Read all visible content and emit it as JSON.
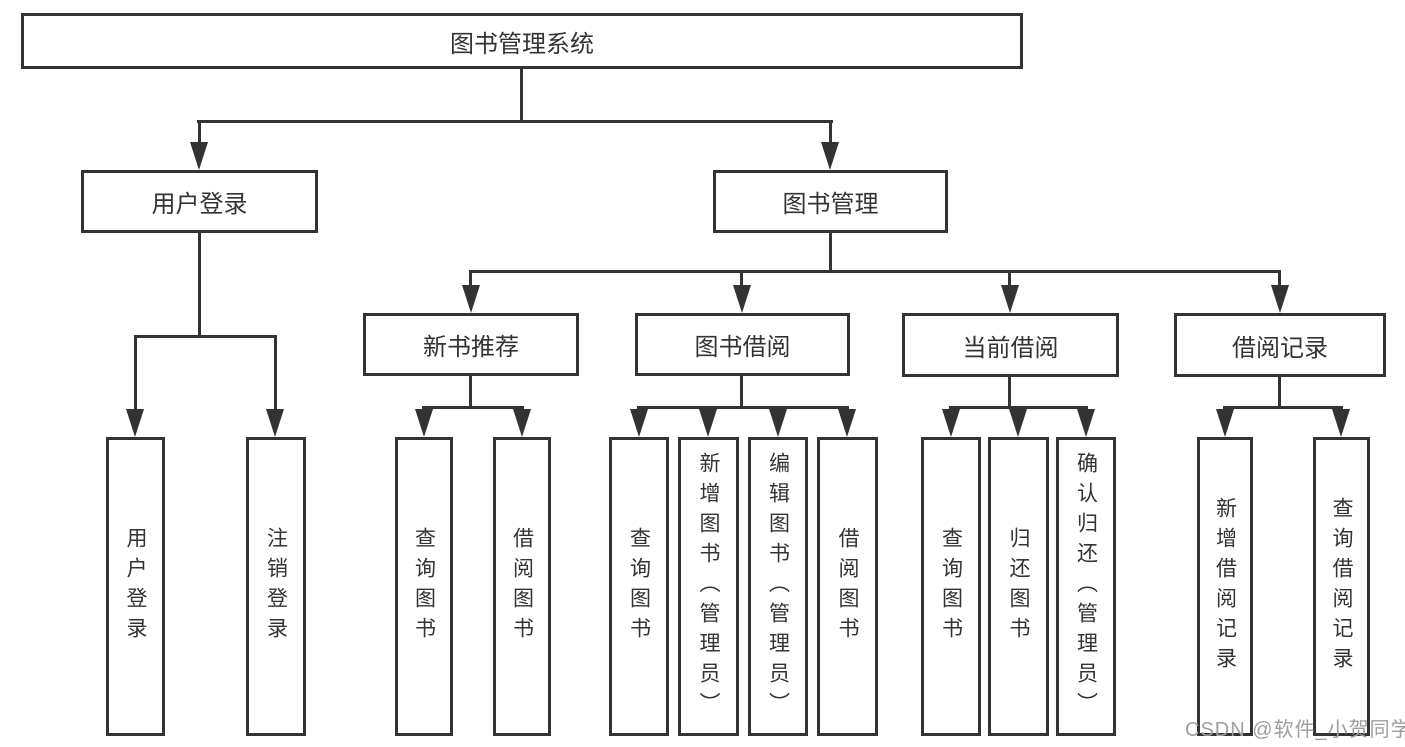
{
  "diagram": {
    "root": {
      "label": "图书管理系统"
    },
    "level2": [
      {
        "label": "用户登录"
      },
      {
        "label": "图书管理"
      }
    ],
    "level3": [
      {
        "label": "新书推荐"
      },
      {
        "label": "图书借阅"
      },
      {
        "label": "当前借阅"
      },
      {
        "label": "借阅记录"
      }
    ],
    "leaves": {
      "user_login": [
        "用户登录",
        "注销登录"
      ],
      "new_book_recommend": [
        "查询图书",
        "借阅图书"
      ],
      "book_borrow": [
        "查询图书",
        "新增图书（管理员）",
        "编辑图书（管理员）",
        "借阅图书"
      ],
      "current_borrow": [
        "查询图书",
        "归还图书",
        "确认归还（管理员）"
      ],
      "borrow_records": [
        "新增借阅记录",
        "查询借阅记录"
      ]
    }
  },
  "watermark": {
    "text": "CSDN @软件_小贺同学"
  },
  "colors": {
    "line": "#333333",
    "text": "#333333",
    "watermark": "#9e9e9e",
    "background": "#ffffff"
  }
}
